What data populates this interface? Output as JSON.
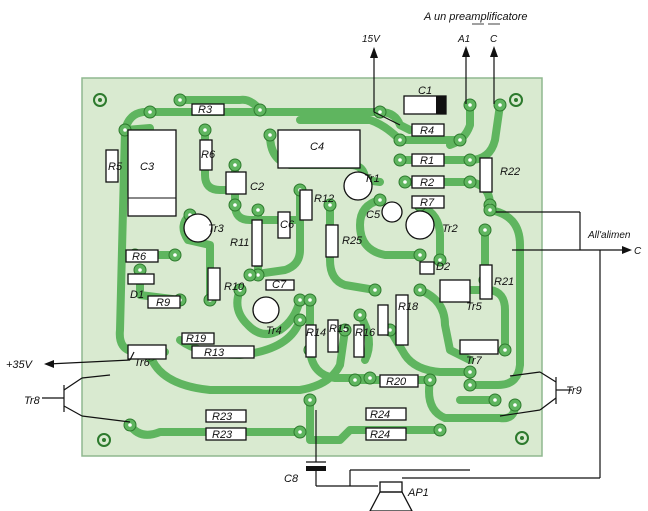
{
  "title": "A un preamplificatore",
  "terminals": {
    "v15": "15V",
    "a1": "A1",
    "c_top": "C",
    "alimen": "All'alimen",
    "c_right": "C",
    "plus35": "+35V"
  },
  "components": {
    "c1": "C1",
    "r4": "R4",
    "r3": "R3",
    "c4": "C4",
    "r5": "R5",
    "c3": "C3",
    "r1": "R1",
    "r6v": "R6",
    "c2": "C2",
    "r22": "R22",
    "tr1": "Tr1",
    "r12": "R12",
    "c5": "C5",
    "r7": "R7",
    "r2": "R2",
    "tr3": "Tr3",
    "r11": "R11",
    "r25": "R25",
    "tr2": "Tr2",
    "r6": "R6",
    "d1": "D1",
    "r10": "R10",
    "c7": "C7",
    "d2": "D2",
    "r21": "R21",
    "r9": "R9",
    "tr4": "Tr4",
    "tr5": "Tr5",
    "r19": "R19",
    "r13": "R13",
    "tr6": "Tr6",
    "r14": "R14",
    "r15": "R15",
    "r16": "R16",
    "r18": "R18",
    "tr7": "Tr7",
    "r20": "R20",
    "tr8": "Tr8",
    "tr9": "Tr9",
    "r23a": "R23",
    "r23b": "R23",
    "r24a": "R24",
    "r24b": "R24",
    "c8": "C8",
    "ap1": "AP1",
    "c6": "C6"
  },
  "colors": {
    "board": "#d9ead0",
    "trace": "#5fb55f",
    "ink": "#111111"
  }
}
